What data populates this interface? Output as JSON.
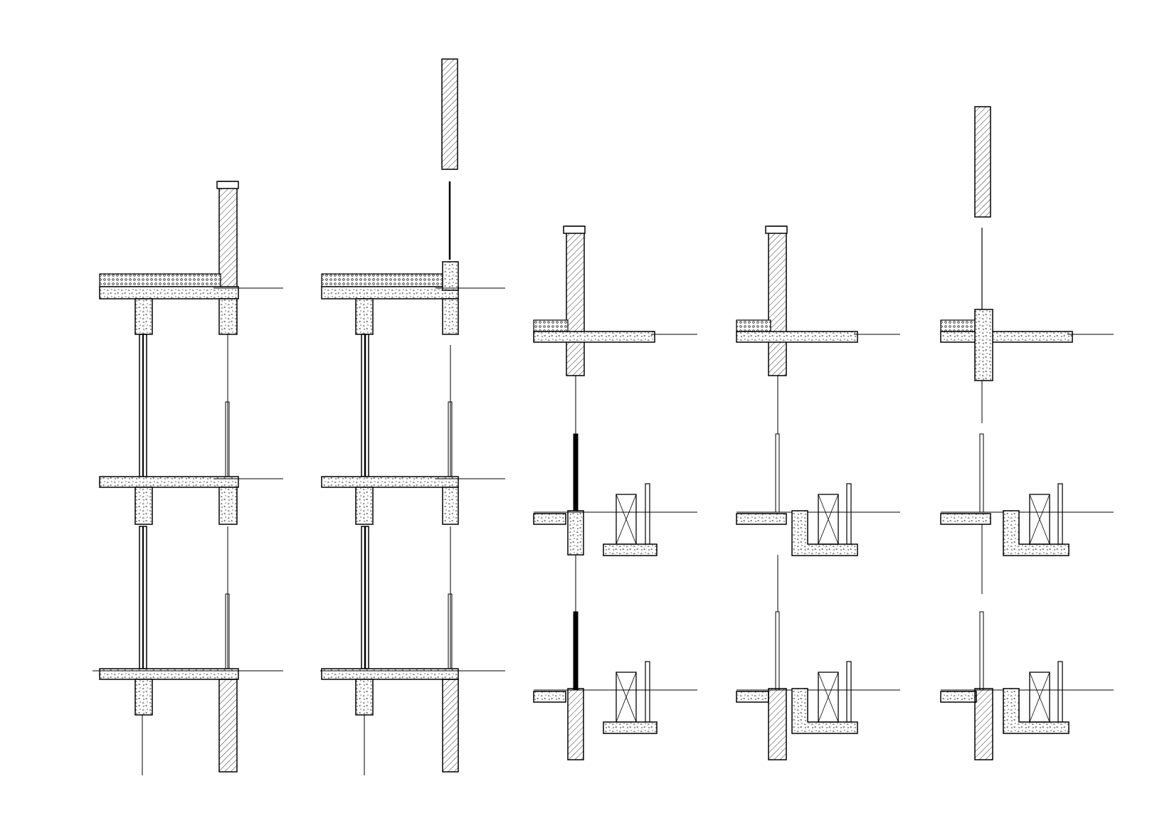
{
  "drawing": {
    "background_color": "#ffffff",
    "line_color": "#000000",
    "hatch_color": "#000000",
    "section_count": 5,
    "sections": [
      {
        "floors": 3,
        "has_parapet": true,
        "has_roof_planter": false,
        "has_ac_shelf": false
      },
      {
        "floors": 3,
        "has_parapet": false,
        "has_roof_planter": true,
        "has_ac_shelf": false
      },
      {
        "floors": 3,
        "has_parapet": true,
        "has_roof_planter": false,
        "has_ac_shelf": true
      },
      {
        "floors": 3,
        "has_parapet": true,
        "has_roof_planter": false,
        "has_ac_shelf": true
      },
      {
        "floors": 3,
        "has_parapet": false,
        "has_roof_planter": true,
        "has_ac_shelf": true
      }
    ]
  }
}
